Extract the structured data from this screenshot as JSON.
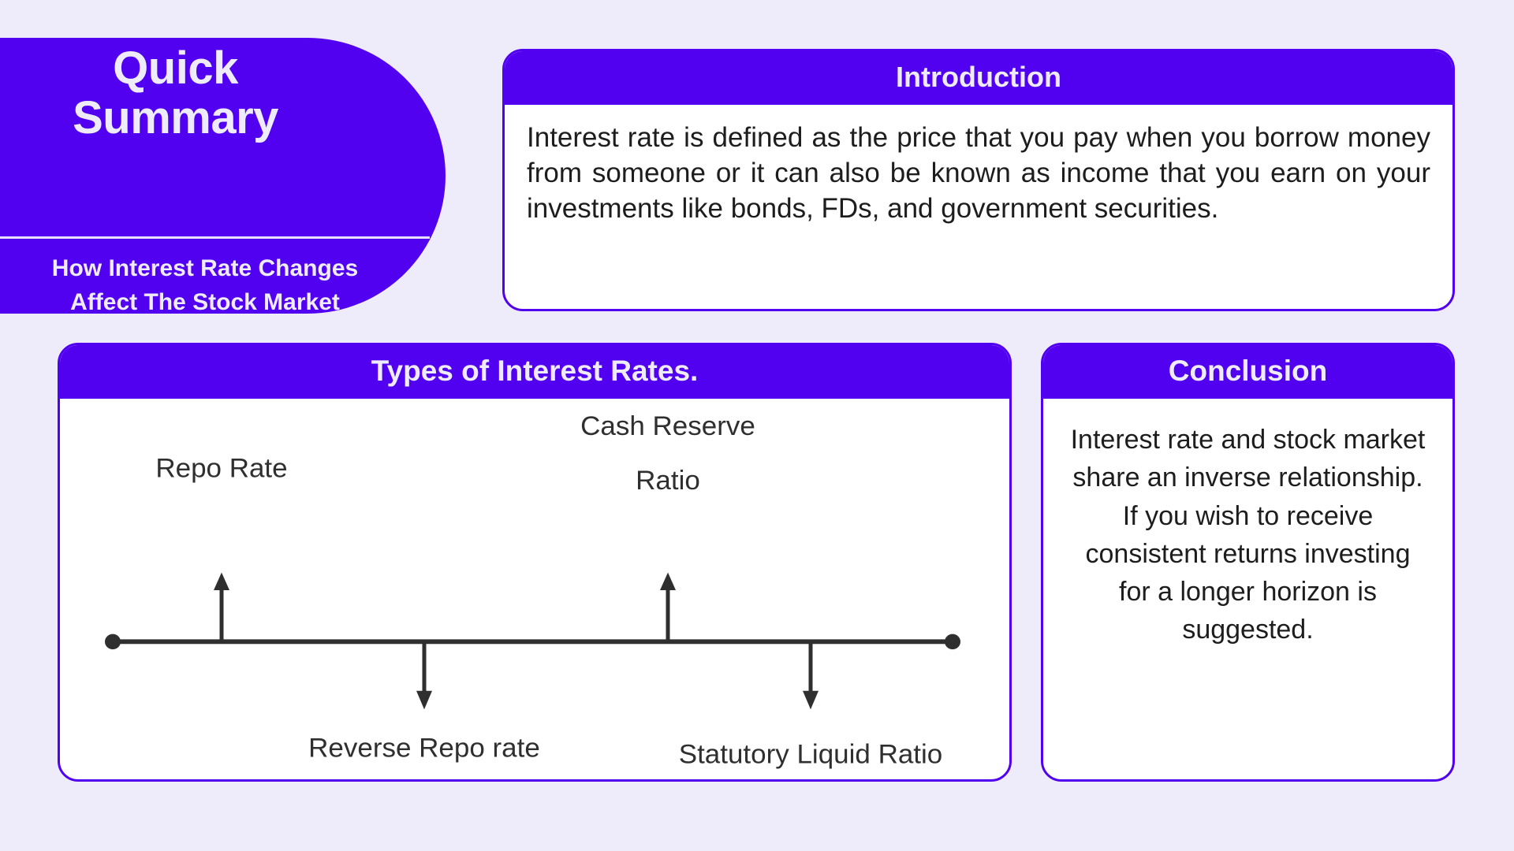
{
  "theme": {
    "background": "#eeecfa",
    "accent_purple": "#5200f0",
    "card_surface": "#ffffff",
    "text_dark": "#1d1d1d",
    "diagram_ink": "#2f2f2f",
    "on_accent_text": "#eeecfa"
  },
  "quick_summary": {
    "title_line1": "Quick",
    "title_line2": "Summary",
    "subtitle_line1": "How Interest Rate Changes",
    "subtitle_line2": "Affect The Stock Market"
  },
  "introduction": {
    "heading": "Introduction",
    "body": "Interest rate is defined as the price that you pay when you borrow money from someone or it can also be known as income that you earn on your investments like bonds, FDs, and government securities."
  },
  "types": {
    "heading": "Types of Interest Rates.",
    "diagram": {
      "type": "timeline",
      "axis": {
        "start_dot": true,
        "end_dot": true
      },
      "nodes": [
        {
          "label_line1": "Repo Rate",
          "label_line2": "",
          "direction": "up"
        },
        {
          "label_line1": "Reverse Repo rate",
          "label_line2": "",
          "direction": "down"
        },
        {
          "label_line1": "Cash Reserve",
          "label_line2": "Ratio",
          "direction": "up"
        },
        {
          "label_line1": "Statutory Liquid Ratio",
          "label_line2": "",
          "direction": "down"
        }
      ]
    }
  },
  "conclusion": {
    "heading": "Conclusion",
    "body": "Interest rate and stock market share an inverse relationship. If you wish to receive consistent returns investing for a longer horizon is suggested."
  }
}
